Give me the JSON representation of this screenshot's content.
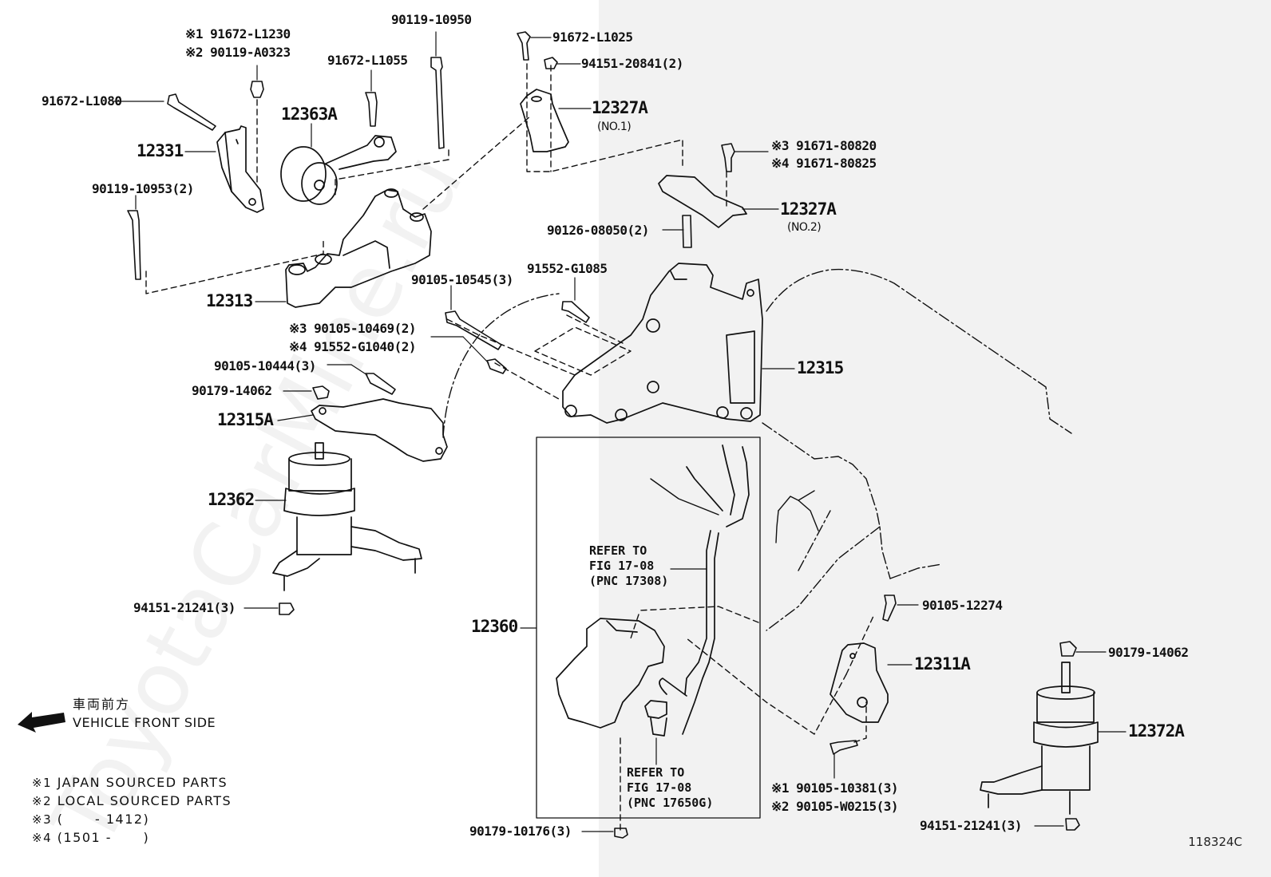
{
  "diagram": {
    "figure_id": "118324C",
    "watermark": "ToyotaCarMine.ru",
    "background_split_colors": {
      "left": "#ffffff",
      "right": "#f2f2f2"
    },
    "direction_indicator": {
      "japanese": "車両前方",
      "english": "VEHICLE FRONT SIDE"
    },
    "footnotes": [
      {
        "mark": "※1",
        "text": "JAPAN SOURCED PARTS"
      },
      {
        "mark": "※2",
        "text": "LOCAL SOURCED PARTS"
      },
      {
        "mark": "※3",
        "text": "(      - 1412)"
      },
      {
        "mark": "※4",
        "text": "(1501 -      )"
      }
    ],
    "part_labels": {
      "p91672_L1230": "※1 91672-L1230",
      "p90119_A0323": "※2 90119-A0323",
      "p90119_10950": "90119-10950",
      "p91672_L1025": "91672-L1025",
      "p94151_20841": "94151-20841(2)",
      "p91672_L1055": "91672-L1055",
      "p91672_L1080": "91672-L1080",
      "p12363A": "12363A",
      "p12327A_1": "12327A",
      "p12327A_1_sub": "(NO.1)",
      "p12331": "12331",
      "p91671_80820": "※3 91671-80820",
      "p91671_80825": "※4 91671-80825",
      "p90119_10953": "90119-10953(2)",
      "p12327A_2": "12327A",
      "p12327A_2_sub": "(NO.2)",
      "p90126_08050": "90126-08050(2)",
      "p12313": "12313",
      "p91552_G1085": "91552-G1085",
      "p90105_10545": "90105-10545(3)",
      "p90105_10469": "※3 90105-10469(2)",
      "p91552_G1040": "※4 91552-G1040(2)",
      "p90105_10444": "90105-10444(3)",
      "p12315": "12315",
      "p90179_14062_a": "90179-14062",
      "p12315A": "12315A",
      "p12362": "12362",
      "p94151_21241_a": "94151-21241(3)",
      "p12360": "12360",
      "p90105_12274": "90105-12274",
      "p12311A": "12311A",
      "p90179_14062_b": "90179-14062",
      "p12372A": "12372A",
      "p90105_10381": "※1 90105-10381(3)",
      "p90105_W0215": "※2 90105-W0215(3)",
      "p94151_21241_b": "94151-21241(3)",
      "p90179_10176": "90179-10176(3)"
    },
    "refer_notes": {
      "upper": "REFER TO\nFIG 17-08\n(PNC 17308)",
      "lower": "REFER TO\nFIG 17-08\n(PNC 17650G)"
    }
  }
}
